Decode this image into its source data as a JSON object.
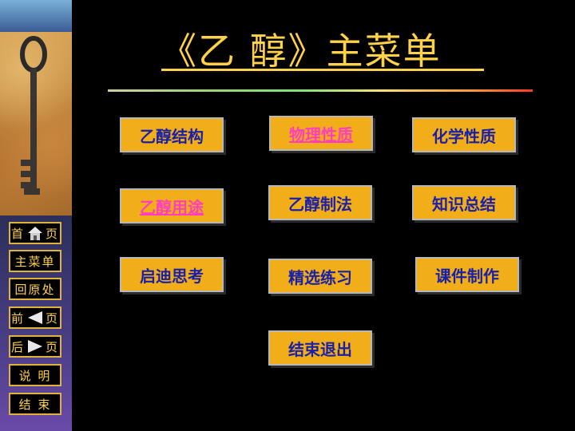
{
  "title": "《乙  醇》主菜单",
  "sidebar": {
    "items": [
      {
        "label_left": "首",
        "label_right": "页",
        "icon": "home-icon"
      },
      {
        "label": "主菜单"
      },
      {
        "label": "回原处"
      },
      {
        "label_left": "前",
        "label_right": "页",
        "icon": "arrow-left-icon"
      },
      {
        "label_left": "后",
        "label_right": "页",
        "icon": "arrow-right-icon"
      },
      {
        "label": "说  明"
      },
      {
        "label": "结  束"
      }
    ]
  },
  "menu": {
    "items": [
      {
        "label": "乙醇结构",
        "style": "normal"
      },
      {
        "label": "物理性质",
        "style": "link"
      },
      {
        "label": "化学性质",
        "style": "normal"
      },
      {
        "label": "乙醇用途",
        "style": "link"
      },
      {
        "label": "乙醇制法",
        "style": "normal"
      },
      {
        "label": "知识总结",
        "style": "normal"
      },
      {
        "label": "启迪思考",
        "style": "normal"
      },
      {
        "label": "精选练习",
        "style": "normal"
      },
      {
        "label": "课件制作",
        "style": "normal"
      },
      {
        "label": "结束退出",
        "style": "normal"
      }
    ]
  },
  "colors": {
    "button_fill": "#f1ae19",
    "button_text": "#1a1fa8",
    "link_text": "#ff3fbf",
    "title": "#ffd24a",
    "nav_border": "#e0b23a"
  }
}
